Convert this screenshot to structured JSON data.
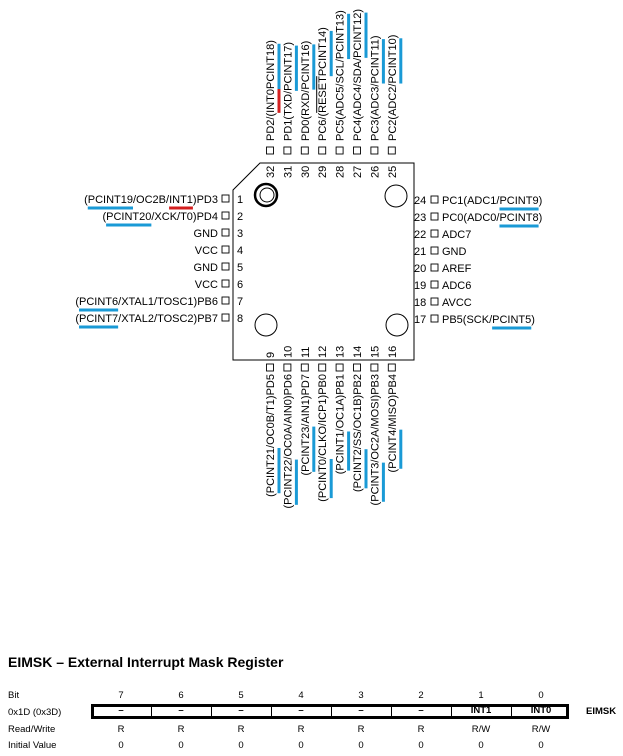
{
  "pinout": {
    "left_pins": [
      {
        "num": "1",
        "pre": "(",
        "a": "PCINT19",
        "b": "/OC2B/",
        "c": "INT1",
        "d": ")",
        "port": "PD3",
        "ua": "blue",
        "uc": "red"
      },
      {
        "num": "2",
        "pre": "(",
        "a": "PCINT20",
        "b": "/XCK/T0)",
        "port": "PD4",
        "ua": "blue"
      },
      {
        "num": "3",
        "port": "GND"
      },
      {
        "num": "4",
        "port": "VCC"
      },
      {
        "num": "5",
        "port": "GND"
      },
      {
        "num": "6",
        "port": "VCC"
      },
      {
        "num": "7",
        "pre": "(",
        "a": "PCINT6",
        "b": "/XTAL1/TOSC1)",
        "port": "PB6",
        "ua": "blue"
      },
      {
        "num": "8",
        "pre": "(",
        "a": "PCINT7",
        "b": "/XTAL2/TOSC2)",
        "port": "PB7",
        "ua": "blue"
      }
    ],
    "right_pins": [
      {
        "num": "24",
        "port": "PC1",
        "b": "(ADC1/",
        "a": "PCINT9",
        "d": ")",
        "ua": "blue"
      },
      {
        "num": "23",
        "port": "PC0",
        "b": "(ADC0/",
        "a": "PCINT8",
        "d": ")",
        "ua": "blue"
      },
      {
        "num": "22",
        "port": "ADC7"
      },
      {
        "num": "21",
        "port": "GND"
      },
      {
        "num": "20",
        "port": "AREF"
      },
      {
        "num": "19",
        "port": "ADC6"
      },
      {
        "num": "18",
        "port": "AVCC"
      },
      {
        "num": "17",
        "port": "PB5",
        "b": "(SCK/",
        "a": "PCINT5",
        "d": ")",
        "ua": "blue"
      }
    ],
    "top_pins": [
      {
        "num": "32",
        "port": "PD2",
        "pre": "(",
        "a": "INT0",
        "b": "/",
        "c": "PCINT18",
        "d": ")",
        "ua": "red",
        "uc": "blue"
      },
      {
        "num": "31",
        "port": "PD1",
        "b": "(TXD/",
        "a": "PCINT17",
        "d": ")",
        "ua": "blue"
      },
      {
        "num": "30",
        "port": "PD0",
        "b": "(RXD/",
        "a": "PCINT16",
        "d": ")",
        "ua": "blue"
      },
      {
        "num": "29",
        "port": "PC6",
        "pre": "(",
        "a": "RESET",
        "b": "/",
        "c": "PCINT14",
        "d": ")",
        "ov": "a",
        "uc": "blue"
      },
      {
        "num": "28",
        "port": "PC5",
        "b": "(ADC5/SCL/",
        "a": "PCINT13",
        "d": ")",
        "ua": "blue"
      },
      {
        "num": "27",
        "port": "PC4",
        "b": "(ADC4/SDA/",
        "a": "PCINT12",
        "d": ")",
        "ua": "blue"
      },
      {
        "num": "26",
        "port": "PC3",
        "b": "(ADC3/",
        "a": "PCINT11",
        "d": ")",
        "ua": "blue"
      },
      {
        "num": "25",
        "port": "PC2",
        "b": "(ADC2/",
        "a": "PCINT10",
        "d": ")",
        "ua": "blue"
      }
    ],
    "bottom_pins": [
      {
        "num": "9",
        "port": "PD5",
        "pre": "(",
        "a": "PCINT21",
        "b": "/OC0B/T1)",
        "ua": "blue"
      },
      {
        "num": "10",
        "port": "PD6",
        "pre": "(",
        "a": "PCINT22",
        "b": "/OC0A/AIN0)",
        "ua": "blue"
      },
      {
        "num": "11",
        "port": "PD7",
        "pre": "(",
        "a": "PCINT23",
        "b": "/AIN1)",
        "ua": "blue"
      },
      {
        "num": "12",
        "port": "PB0",
        "pre": "(",
        "a": "PCINT0",
        "b": "/CLKO/ICP1)",
        "ua": "blue"
      },
      {
        "num": "13",
        "port": "PB1",
        "pre": "(",
        "a": "PCINT1",
        "b": "/OC1A)",
        "ua": "blue"
      },
      {
        "num": "14",
        "port": "PB2",
        "pre": "(",
        "a": "PCINT2",
        "b": "/SS/OC1B)",
        "ua": "blue"
      },
      {
        "num": "15",
        "port": "PB3",
        "pre": "(",
        "a": "PCINT3",
        "b": "/OC2A/MOSI)",
        "ua": "blue"
      },
      {
        "num": "16",
        "port": "PB4",
        "pre": "(",
        "a": "PCINT4",
        "b": "/MISO)",
        "ua": "blue"
      }
    ],
    "colors": {
      "blue": "#1a9ad6",
      "red": "#d42020",
      "outline": "#000000"
    }
  },
  "register": {
    "title": "EIMSK – External Interrupt Mask Register",
    "row_labels": {
      "bit": "Bit",
      "address": "0x1D (0x3D)",
      "rw": "Read/Write",
      "init": "Initial Value"
    },
    "bits": [
      "7",
      "6",
      "5",
      "4",
      "3",
      "2",
      "1",
      "0"
    ],
    "names": [
      "–",
      "–",
      "–",
      "–",
      "–",
      "–",
      "INT1",
      "INT0"
    ],
    "rw": [
      "R",
      "R",
      "R",
      "R",
      "R",
      "R",
      "R/W",
      "R/W"
    ],
    "init": [
      "0",
      "0",
      "0",
      "0",
      "0",
      "0",
      "0",
      "0"
    ],
    "reg_name": "EIMSK"
  }
}
